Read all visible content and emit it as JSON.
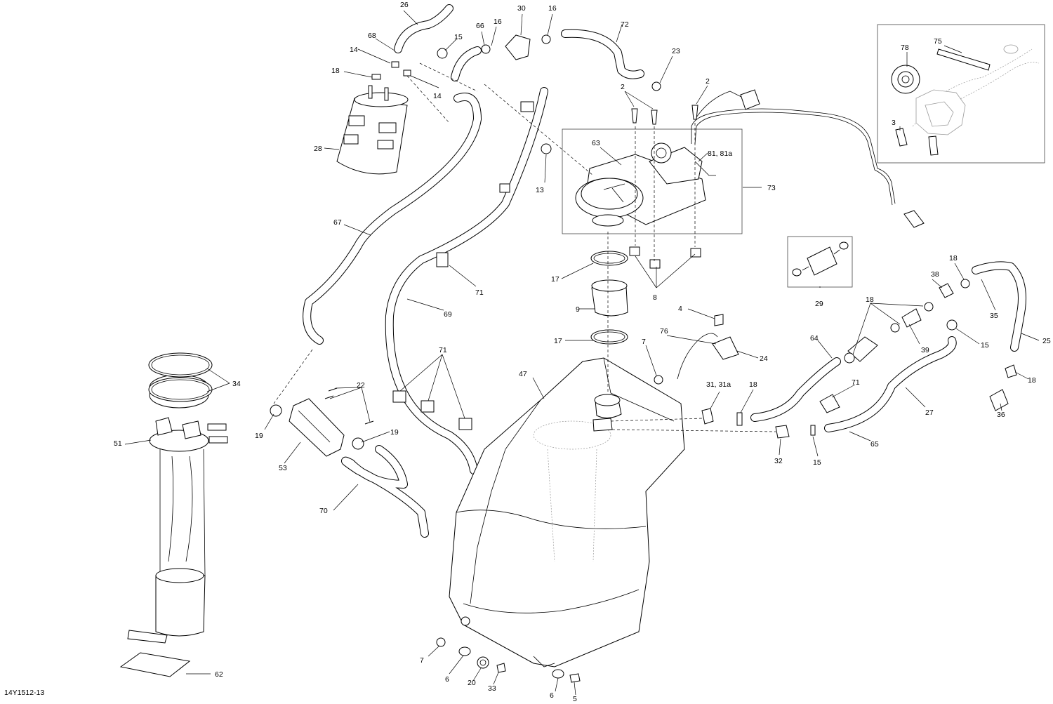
{
  "figure_code": "14Y1512-13",
  "callouts": [
    "26",
    "68",
    "14",
    "15",
    "66",
    "16",
    "30",
    "16",
    "72",
    "23",
    "18",
    "14",
    "2",
    "2",
    "28",
    "63",
    "81, 81a",
    "73",
    "13",
    "67",
    "78",
    "75",
    "3",
    "17",
    "9",
    "8",
    "71",
    "69",
    "29",
    "38",
    "18",
    "18",
    "35",
    "25",
    "4",
    "76",
    "17",
    "7",
    "24",
    "64",
    "39",
    "15",
    "47",
    "31, 31a",
    "18",
    "71",
    "27",
    "18",
    "36",
    "22",
    "71",
    "34",
    "19",
    "19",
    "51",
    "53",
    "70",
    "32",
    "15",
    "65",
    "62",
    "7",
    "6",
    "20",
    "33",
    "6",
    "5"
  ]
}
